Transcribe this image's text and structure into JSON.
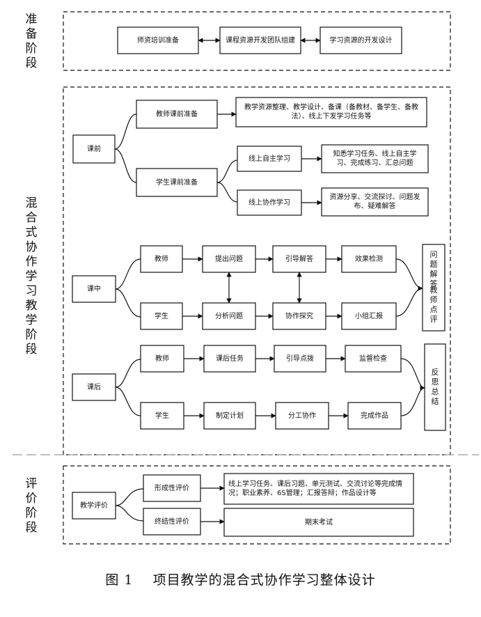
{
  "stages": {
    "prep": "准备阶段",
    "blended": "混合式协作学习教学阶段",
    "eval": "评价阶段"
  },
  "prep": {
    "box1": "师资培训准备",
    "box2": "课程资源开发团队组建",
    "box3": "学习资源的开发设计"
  },
  "pre": {
    "root": "课前",
    "teacher": "教师课前准备",
    "teacher_desc": "教学资源整理、教学设计、备课（备教材、备学生、备教法）、线上下发学习任务等",
    "student": "学生课前准备",
    "online_self": "线上自主学习",
    "online_self_desc": "知悉学习任务、线上自主学习、完成练习、汇总问题",
    "online_coop": "线上协作学习",
    "online_coop_desc": "资源分享、交流探讨、问题发布、疑难解答"
  },
  "in": {
    "root": "课中",
    "teacher": "教师",
    "t1": "提出问题",
    "t2": "引导解答",
    "t3": "效果检测",
    "student": "学生",
    "s1": "分析问题",
    "s2": "协作探究",
    "s3": "小组汇报",
    "end_top": "问题解答",
    "end_bottom": "教师点评"
  },
  "post": {
    "root": "课后",
    "teacher": "教师",
    "t1": "课后任务",
    "t2": "引导点拨",
    "t3": "监督检查",
    "student": "学生",
    "s1": "制定计划",
    "s2": "分工协作",
    "s3": "完成作品",
    "end": "反思总结"
  },
  "evaluation": {
    "root": "教学评价",
    "formative": "形成性评价",
    "formative_desc": "线上学习任务、课后习题、单元测试、交流讨论等完成情况；职业素养、6S管理；汇报答辩；作品设计等",
    "summative": "终结性评价",
    "summative_desc": "期末考试"
  },
  "caption": "图 1    项目教学的混合式协作学习整体设计"
}
